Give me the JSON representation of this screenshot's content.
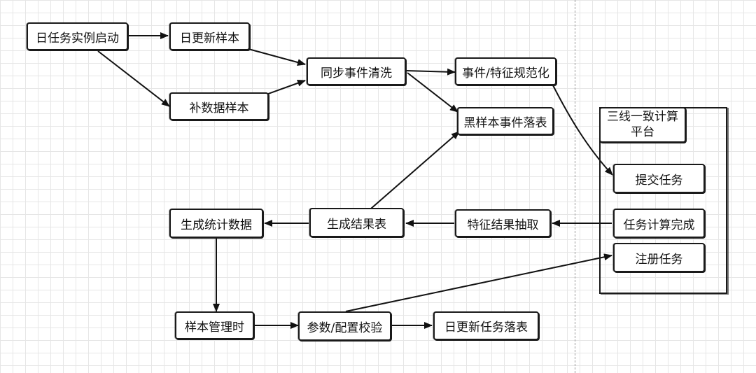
{
  "platform": {
    "title_line1": "三线一致计算",
    "title_line2": "平台"
  },
  "nodes": {
    "daily_task_start": "日任务实例启动",
    "daily_update_sample": "日更新样本",
    "backfill_sample": "补数据样本",
    "sync_event_clean": "同步事件清洗",
    "event_feature_normalize": "事件/特征规范化",
    "black_sample_event_table": "黑样本事件落表",
    "submit_task": "提交任务",
    "task_compute_done": "任务计算完成",
    "register_task": "注册任务",
    "feature_result_extract": "特征结果抽取",
    "generate_result_table": "生成结果表",
    "generate_stats": "生成统计数据",
    "sample_manage_time": "样本管理时",
    "param_config_check": "参数/配置校验",
    "daily_new_task_table": "日更新任务落表"
  }
}
